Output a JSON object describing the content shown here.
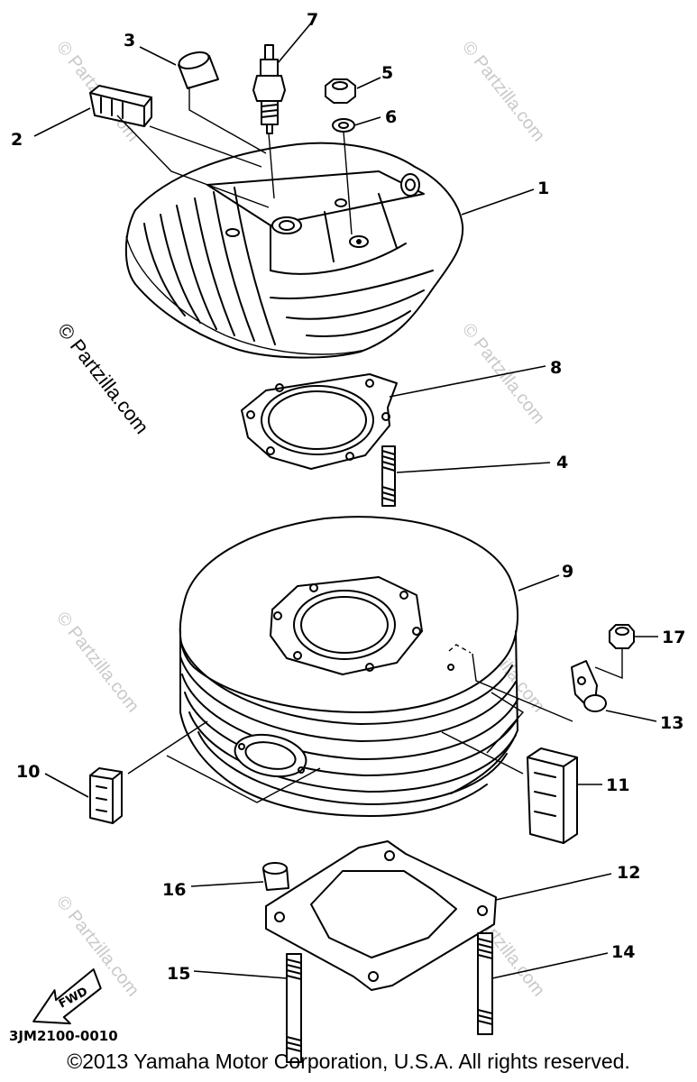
{
  "diagram": {
    "callouts": {
      "c1": "1",
      "c2": "2",
      "c3": "3",
      "c4": "4",
      "c5": "5",
      "c6": "6",
      "c7": "7",
      "c8": "8",
      "c9": "9",
      "c10": "10",
      "c11": "11",
      "c12": "12",
      "c13": "13",
      "c14": "14",
      "c15": "15",
      "c16": "16",
      "c17": "17"
    },
    "fwd_label": "FWD",
    "diagram_code": "3JM2100-0010"
  },
  "watermark": {
    "text": "© Partzilla.com"
  },
  "footer": {
    "copyright": "©2013 Yamaha Motor Corporation, U.S.A. All rights reserved."
  }
}
